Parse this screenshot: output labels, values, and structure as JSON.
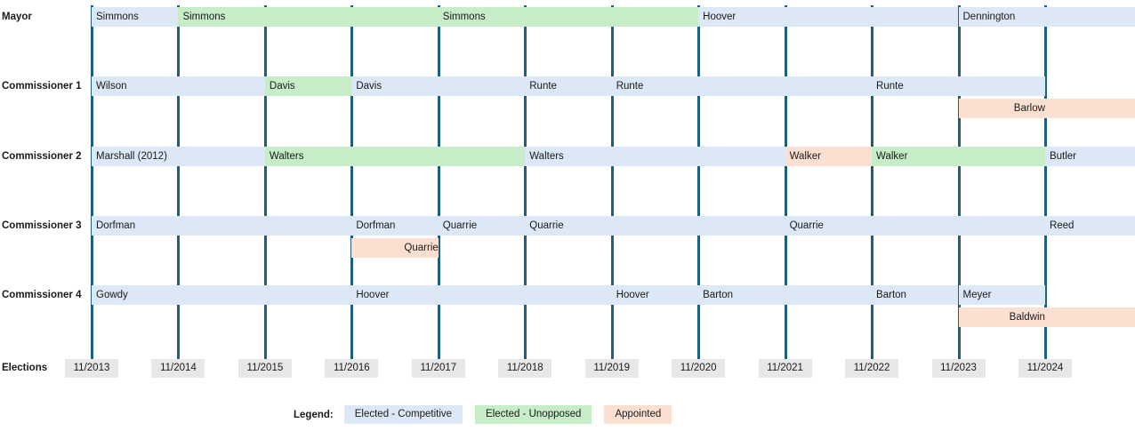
{
  "chart_data": {
    "type": "table",
    "title": "",
    "xlabel": "Elections",
    "ylabel": "",
    "grid": true,
    "legend_position": "bottom",
    "axis": {
      "label": "Elections",
      "ticks": [
        "11/2013",
        "11/2014",
        "11/2015",
        "11/2016",
        "11/2017",
        "11/2018",
        "11/2019",
        "11/2020",
        "11/2021",
        "11/2022",
        "11/2023",
        "11/2024"
      ],
      "xlim": [
        "11/2013",
        "11/2024"
      ]
    },
    "categories": [
      "Mayor",
      "Commissioner 1",
      "Commissioner 2",
      "Commissioner 3",
      "Commissioner 4"
    ],
    "series": [
      {
        "name": "Mayor",
        "lanes": [
          [
            {
              "label": "Simmons",
              "start": "11/2013",
              "end": "11/2014",
              "status": "competitive"
            },
            {
              "label": "Simmons",
              "start": "11/2014",
              "end": "11/2017",
              "status": "unopposed"
            },
            {
              "label": "Simmons",
              "start": "11/2017",
              "end": "11/2020",
              "status": "unopposed"
            },
            {
              "label": "Hoover",
              "start": "11/2020",
              "end": "11/2023",
              "status": "competitive"
            },
            {
              "label": "Dennington",
              "start": "11/2023",
              "end": "end",
              "status": "competitive"
            }
          ]
        ]
      },
      {
        "name": "Commissioner 1",
        "lanes": [
          [
            {
              "label": "Wilson",
              "start": "11/2013",
              "end": "11/2015",
              "status": "competitive"
            },
            {
              "label": "Davis",
              "start": "11/2015",
              "end": "11/2016",
              "status": "unopposed"
            },
            {
              "label": "Davis",
              "start": "11/2016",
              "end": "11/2018",
              "status": "competitive"
            },
            {
              "label": "Runte",
              "start": "11/2018",
              "end": "11/2019",
              "status": "competitive"
            },
            {
              "label": "Runte",
              "start": "11/2019",
              "end": "11/2022",
              "status": "competitive"
            },
            {
              "label": "Runte",
              "start": "11/2022",
              "end": "11/2024",
              "status": "competitive"
            }
          ],
          [
            {
              "label": "Barlow",
              "start": "11/2023",
              "end": "end",
              "status": "appointed",
              "align": "right-at-tick"
            }
          ]
        ]
      },
      {
        "name": "Commissioner 2",
        "lanes": [
          [
            {
              "label": "Marshall (2012)",
              "start": "11/2013",
              "end": "11/2015",
              "status": "competitive"
            },
            {
              "label": "Walters",
              "start": "11/2015",
              "end": "11/2018",
              "status": "unopposed"
            },
            {
              "label": "Walters",
              "start": "11/2018",
              "end": "11/2021",
              "status": "competitive"
            },
            {
              "label": "Walker",
              "start": "11/2021",
              "end": "11/2022",
              "status": "appointed"
            },
            {
              "label": "Walker",
              "start": "11/2022",
              "end": "11/2024",
              "status": "unopposed"
            },
            {
              "label": "Butler",
              "start": "11/2024",
              "end": "end",
              "status": "competitive"
            }
          ]
        ]
      },
      {
        "name": "Commissioner 3",
        "lanes": [
          [
            {
              "label": "Dorfman",
              "start": "11/2013",
              "end": "11/2016",
              "status": "competitive"
            },
            {
              "label": "Dorfman",
              "start": "11/2016",
              "end": "11/2017",
              "status": "competitive"
            },
            {
              "label": "Quarrie",
              "start": "11/2017",
              "end": "11/2018",
              "status": "competitive"
            },
            {
              "label": "Quarrie",
              "start": "11/2018",
              "end": "11/2021",
              "status": "competitive"
            },
            {
              "label": "Quarrie",
              "start": "11/2021",
              "end": "11/2024",
              "status": "competitive"
            },
            {
              "label": "Reed",
              "start": "11/2024",
              "end": "end",
              "status": "competitive"
            }
          ],
          [
            {
              "label": "Quarrie",
              "start": "11/2016",
              "end": "11/2017",
              "status": "appointed",
              "align": "right-at-tick"
            }
          ]
        ]
      },
      {
        "name": "Commissioner 4",
        "lanes": [
          [
            {
              "label": "Gowdy",
              "start": "11/2013",
              "end": "11/2016",
              "status": "competitive"
            },
            {
              "label": "Hoover",
              "start": "11/2016",
              "end": "11/2019",
              "status": "competitive"
            },
            {
              "label": "Hoover",
              "start": "11/2019",
              "end": "11/2020",
              "status": "competitive"
            },
            {
              "label": "Barton",
              "start": "11/2020",
              "end": "11/2022",
              "status": "competitive"
            },
            {
              "label": "Barton",
              "start": "11/2022",
              "end": "11/2023",
              "status": "competitive"
            },
            {
              "label": "Meyer",
              "start": "11/2023",
              "end": "11/2024",
              "status": "competitive"
            }
          ],
          [
            {
              "label": "Baldwin",
              "start": "11/2023",
              "end": "end",
              "status": "appointed",
              "align": "right-at-tick"
            }
          ]
        ]
      }
    ],
    "legend": {
      "title": "Legend:",
      "entries": [
        {
          "label": "Elected - Competitive",
          "status": "competitive",
          "color": "#dce8f5"
        },
        {
          "label": "Elected - Unopposed",
          "status": "unopposed",
          "color": "#c6edc8"
        },
        {
          "label": "Appointed",
          "status": "appointed",
          "color": "#fbe0d2"
        }
      ]
    },
    "colors": {
      "competitive": "#dce8f5",
      "unopposed": "#c6edc8",
      "appointed": "#fbe0d2",
      "gridline": "#1f5f7e",
      "tick_background": "#e7e7e7",
      "text": "#1a1a1a"
    }
  }
}
